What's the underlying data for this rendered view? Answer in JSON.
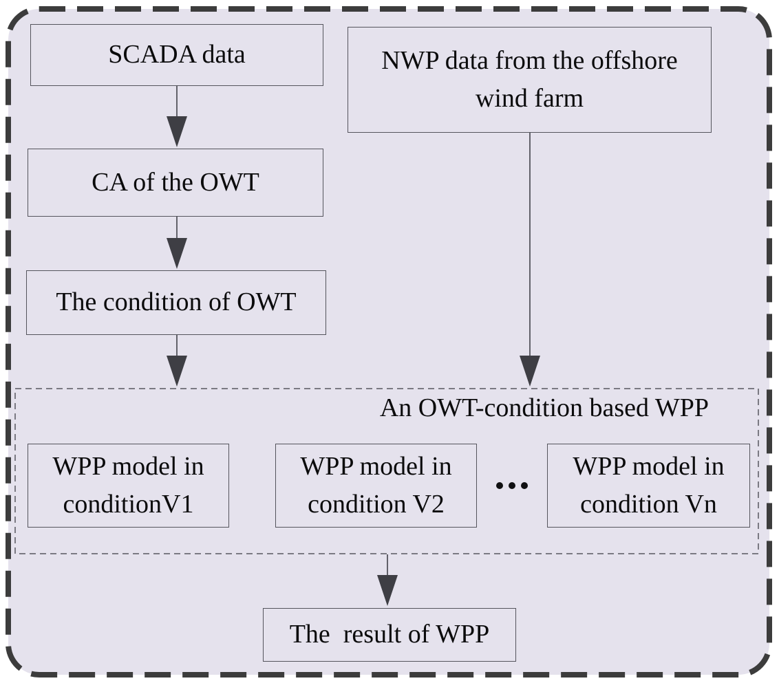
{
  "diagram": {
    "type": "flowchart",
    "nodes": {
      "scada": "SCADA data",
      "nwp": "NWP data from the offshore wind farm",
      "ca": "CA of the OWT",
      "condition": "The condition of OWT",
      "group_label": "An OWT-condition based WPP",
      "wpp_v1": "WPP model in conditionV1",
      "wpp_v2": "WPP model in condition V2",
      "ellipsis": "...",
      "wpp_vn": "WPP model in condition Vn",
      "result": "The  result of WPP"
    },
    "edges": [
      {
        "from": "SCADA data",
        "to": "CA of the OWT"
      },
      {
        "from": "CA of the OWT",
        "to": "The condition of OWT"
      },
      {
        "from": "The condition of OWT",
        "to": "An OWT-condition based WPP"
      },
      {
        "from": "NWP data from the offshore wind farm",
        "to": "An OWT-condition based WPP"
      },
      {
        "from": "An OWT-condition based WPP",
        "to": "The  result of WPP"
      }
    ],
    "colors": {
      "background": "#e5e2ed",
      "outer_frame": "#3c3c3c",
      "box_border": "#54545c",
      "arrow_line": "#53535b",
      "arrow_head": "#3e3e44",
      "text": "#0b0b0c"
    }
  }
}
